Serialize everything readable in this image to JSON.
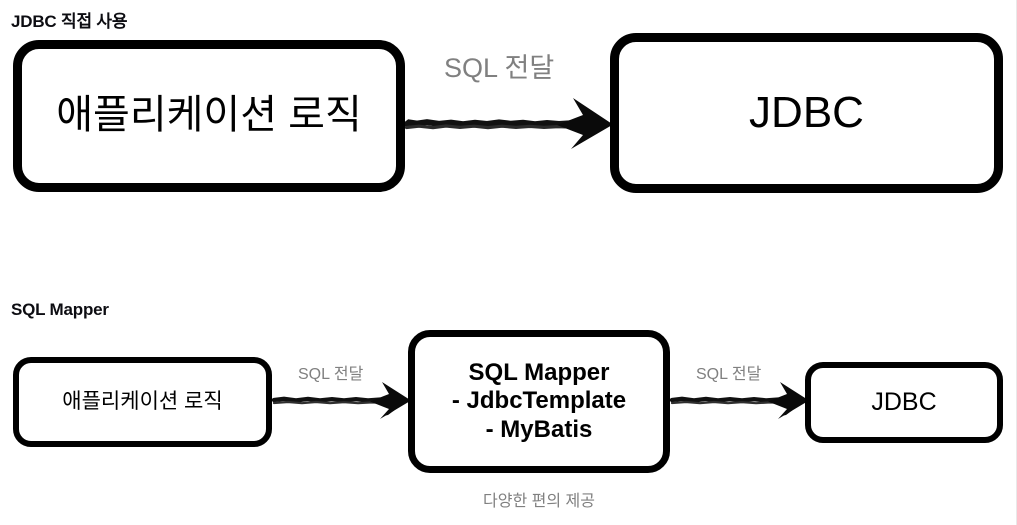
{
  "diagram": {
    "sections": [
      {
        "id": "jdbc-direct",
        "title": "JDBC 직접 사용",
        "nodes": [
          {
            "id": "app-logic-top",
            "label": "애플리케이션 로직"
          },
          {
            "id": "jdbc-top",
            "label": "JDBC"
          }
        ],
        "edges": [
          {
            "id": "edge-top",
            "label": "SQL 전달",
            "from": "app-logic-top",
            "to": "jdbc-top"
          }
        ]
      },
      {
        "id": "sql-mapper",
        "title": "SQL Mapper",
        "nodes": [
          {
            "id": "app-logic-bottom",
            "label": "애플리케이션 로직"
          },
          {
            "id": "sql-mapper-node",
            "label_line1": "SQL Mapper",
            "label_line2": "- JdbcTemplate",
            "label_line3": "- MyBatis",
            "caption": "다양한 편의 제공"
          },
          {
            "id": "jdbc-bottom",
            "label": "JDBC"
          }
        ],
        "edges": [
          {
            "id": "edge-bottom-1",
            "label": "SQL 전달",
            "from": "app-logic-bottom",
            "to": "sql-mapper-node"
          },
          {
            "id": "edge-bottom-2",
            "label": "SQL 전달",
            "from": "sql-mapper-node",
            "to": "jdbc-bottom"
          }
        ]
      }
    ],
    "colors": {
      "stroke": "#000000",
      "text": "#000000",
      "label_gray": "#808080",
      "background": "#ffffff"
    }
  }
}
